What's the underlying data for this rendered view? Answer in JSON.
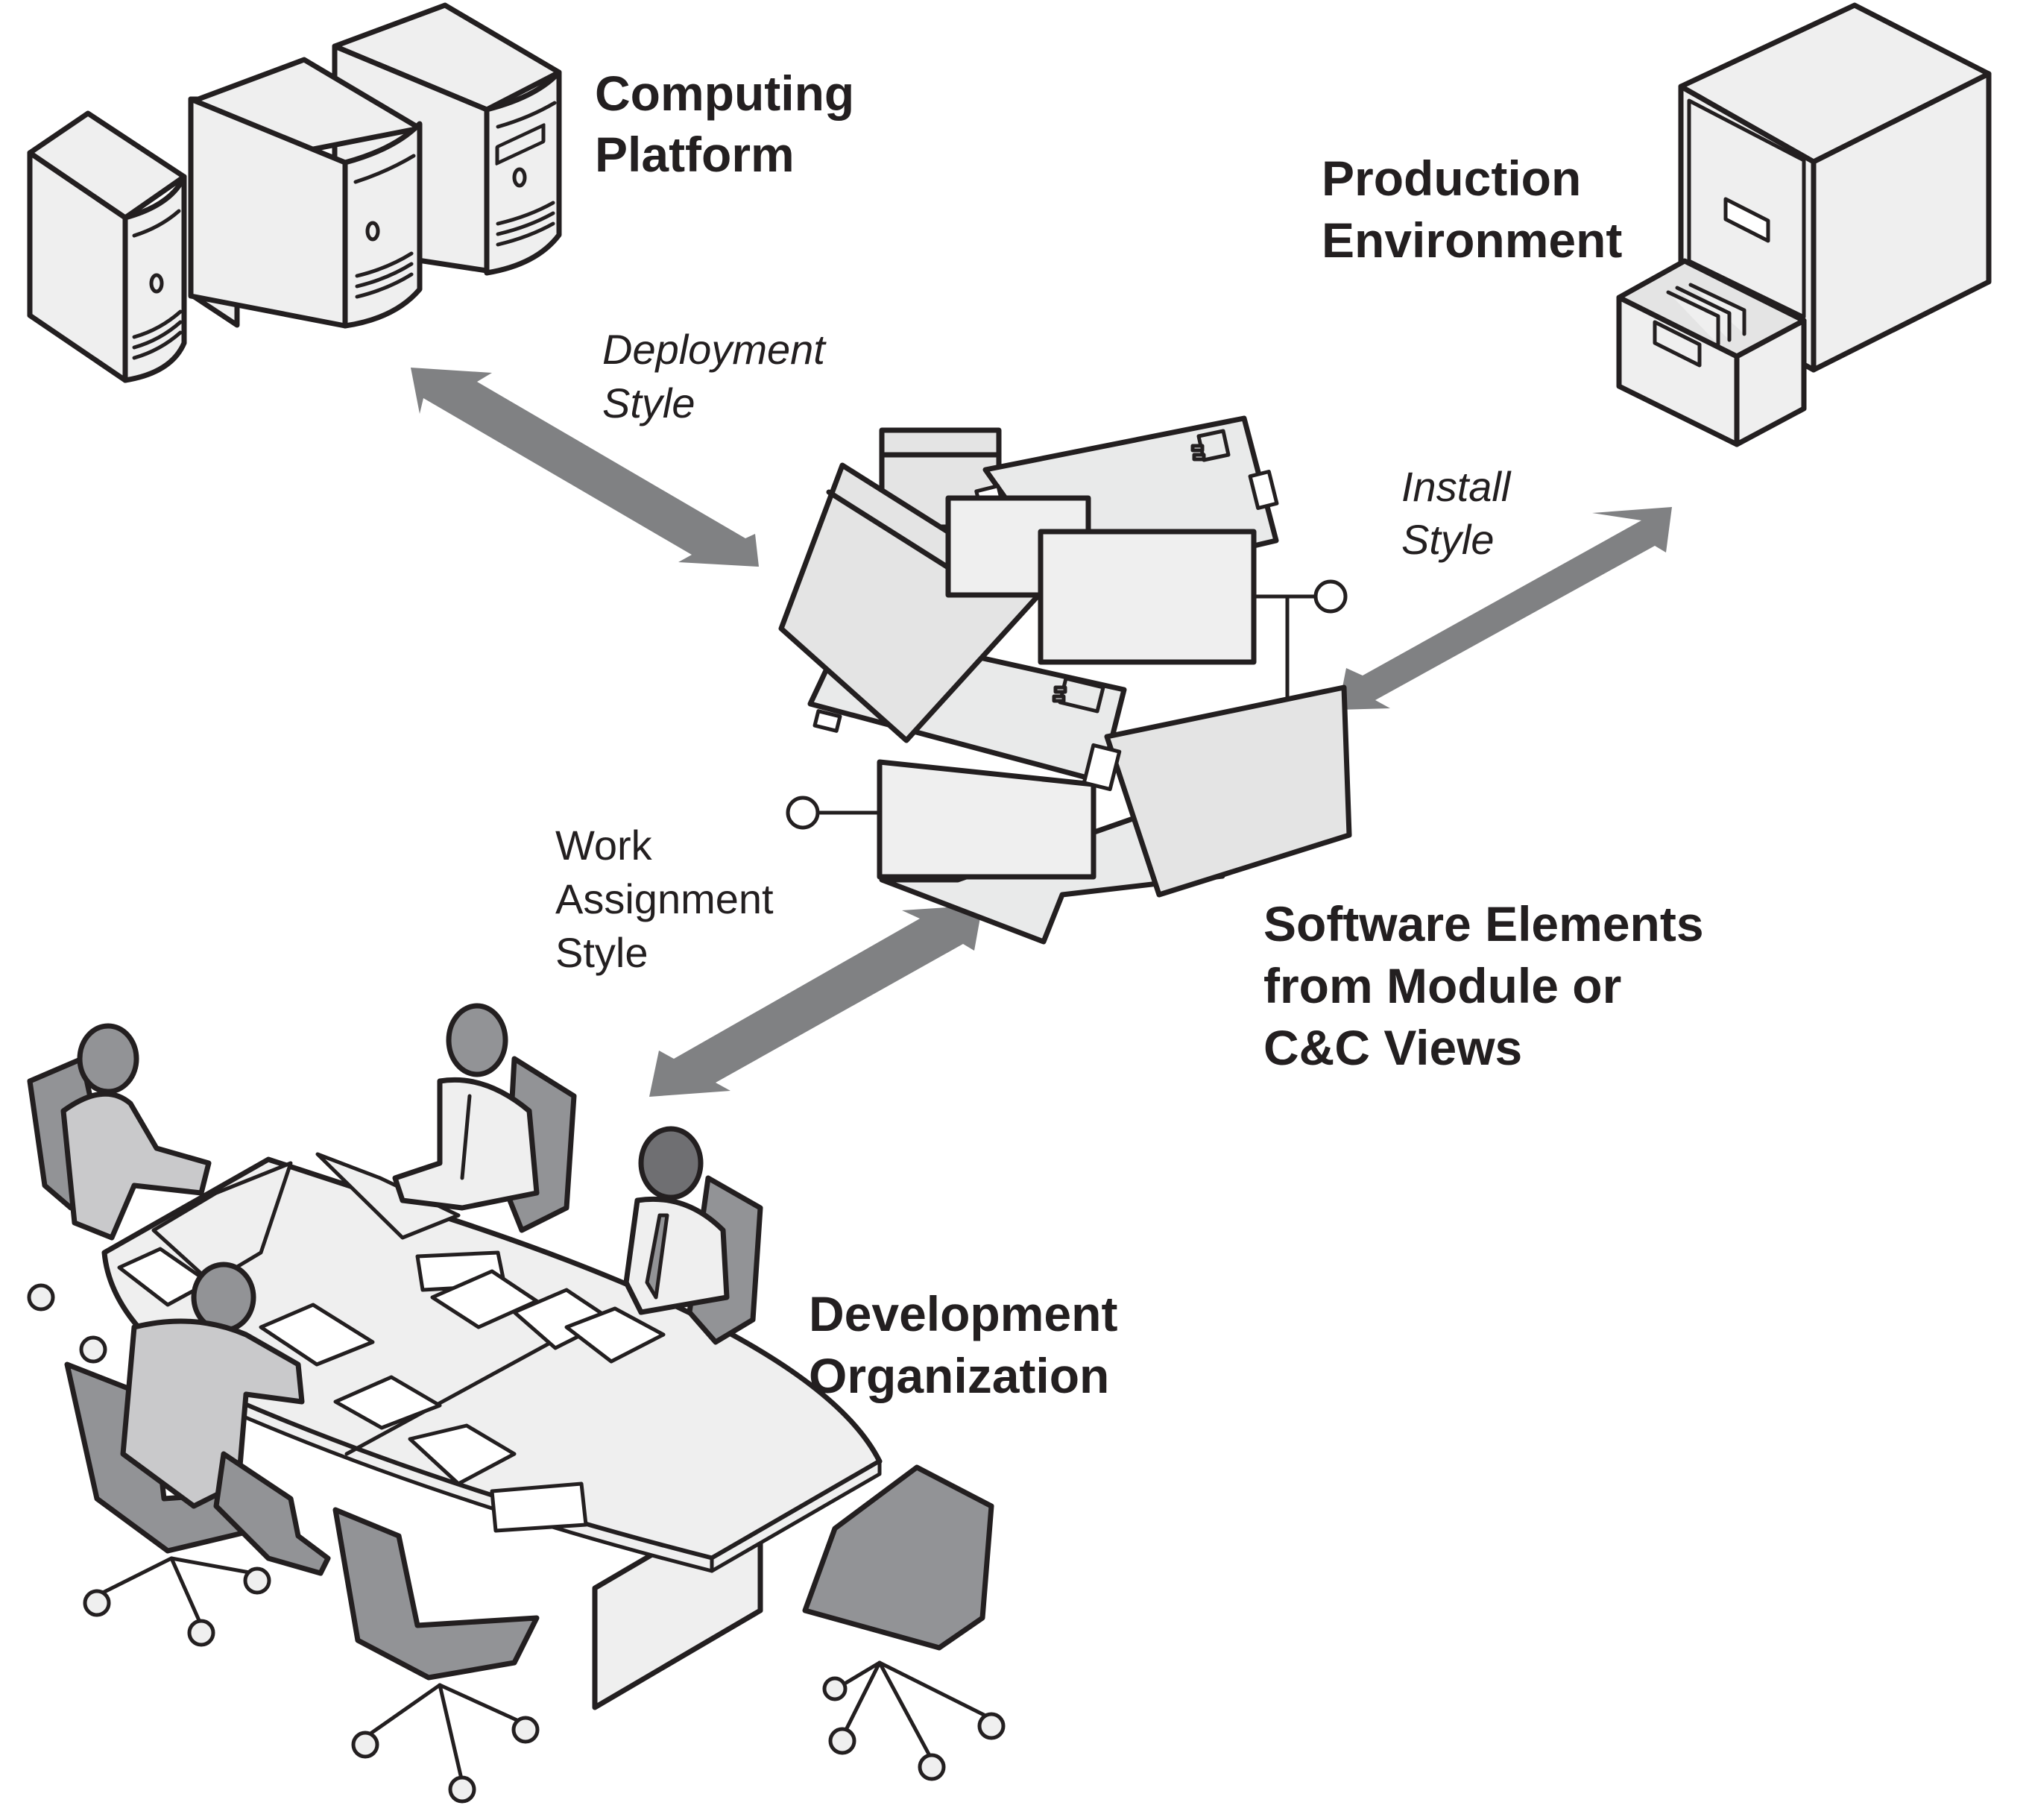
{
  "diagram": {
    "type": "allocation-views-illustration",
    "colors": {
      "ink": "#231f20",
      "arrow": "#808183",
      "light_fill": "#efefef",
      "mid_fill": "#e4e4e4",
      "component_fill": "#e9eaea",
      "chair_fill": "#929396",
      "person_fill": "#c9c9cb",
      "paper": "#ffffff"
    },
    "nodes": {
      "computing_platform": {
        "label_lines": [
          "Computing",
          "Platform"
        ],
        "icon": "server-towers-icon",
        "count": 3
      },
      "production_environment": {
        "label_lines": [
          "Production",
          "Environment"
        ],
        "icon": "file-cabinet-icon"
      },
      "software_elements": {
        "label_lines": [
          "Software Elements",
          "from Module or",
          "C&C Views"
        ],
        "icon": "component-stack-icon"
      },
      "development_organization": {
        "label_lines": [
          "Development",
          "Organization"
        ],
        "icon": "meeting-table-team-icon",
        "people": 4,
        "chairs": 6
      }
    },
    "edges": [
      {
        "id": "deployment",
        "from": "software_elements",
        "to": "computing_platform",
        "label_lines": [
          "Deployment",
          "Style"
        ],
        "label_style": "italic",
        "direction": "bidirectional"
      },
      {
        "id": "install",
        "from": "software_elements",
        "to": "production_environment",
        "label_lines": [
          "Install",
          "Style"
        ],
        "label_style": "italic",
        "direction": "bidirectional"
      },
      {
        "id": "work_assignment",
        "from": "software_elements",
        "to": "development_organization",
        "label_lines": [
          "Work",
          "Assignment",
          "Style"
        ],
        "label_style": "regular",
        "direction": "bidirectional"
      }
    ]
  }
}
